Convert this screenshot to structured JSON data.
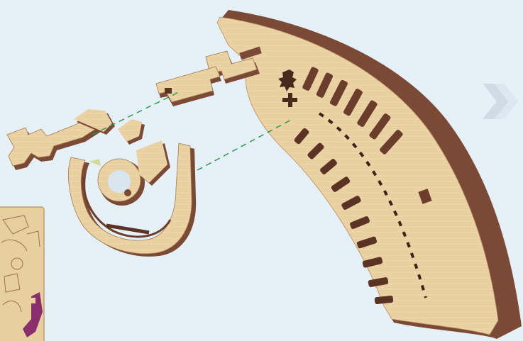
{
  "illustration": {
    "subject": "exploded-assembly-view",
    "parts": [
      {
        "name": "curved-magazine-body"
      },
      {
        "name": "trigger-guard-frame"
      },
      {
        "name": "connector-plate"
      },
      {
        "name": "mounting-bracket"
      }
    ],
    "guide_lines": [
      {
        "name": "assembly-guide-line-upper"
      },
      {
        "name": "assembly-guide-line-lower"
      }
    ]
  },
  "navigation": {
    "next_icon": "double-chevron-right-icon"
  },
  "thumbnail": {
    "icon": "plywood-sheet-thumbnail"
  },
  "colors": {
    "background": "#e6f0f7",
    "wood_face": "#ecd3a6",
    "wood_edge": "#7a4a36",
    "guide_line": "#1f9a47",
    "arrow": "#cfdbe5",
    "accent_part": "#8a2f6d"
  }
}
